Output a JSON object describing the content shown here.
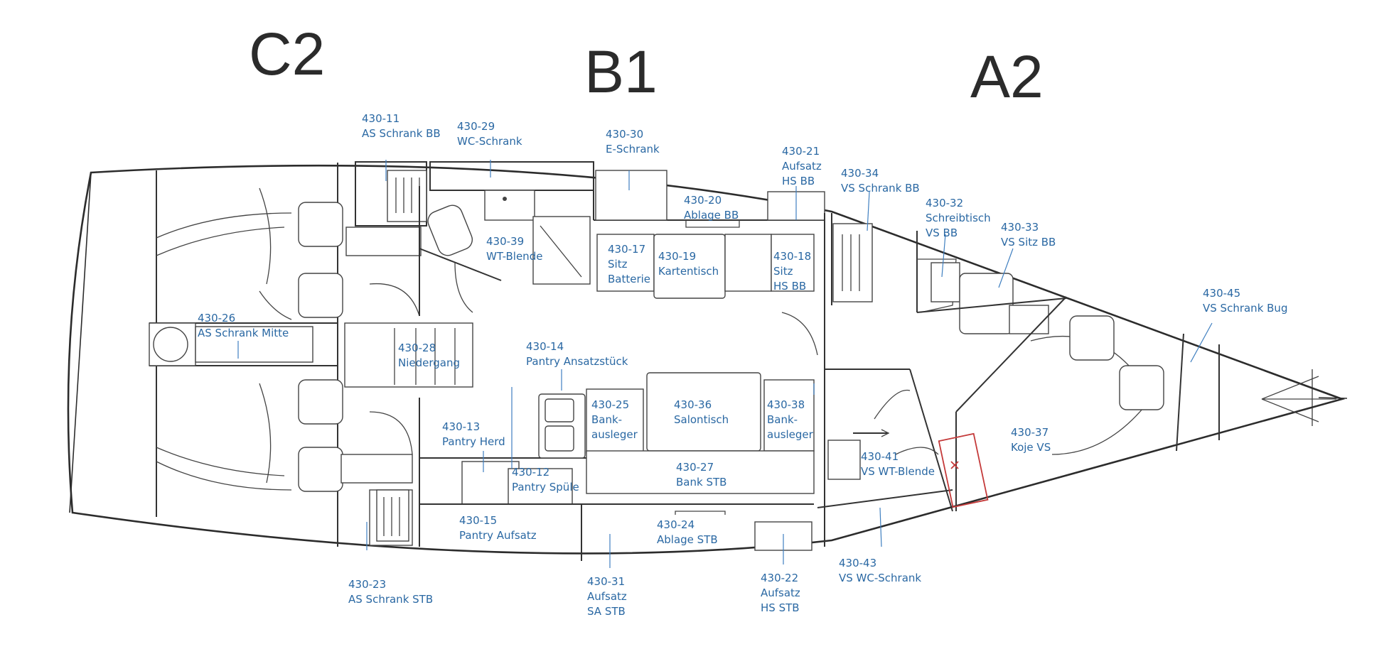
{
  "zones": [
    {
      "name": "C2"
    },
    {
      "name": "B1"
    },
    {
      "name": "A2"
    }
  ],
  "parts": [
    {
      "id": "430-11",
      "lines": [
        "430-11",
        "AS Schrank BB"
      ]
    },
    {
      "id": "430-29",
      "lines": [
        "430-29",
        "WC-Schrank"
      ]
    },
    {
      "id": "430-30",
      "lines": [
        "430-30",
        "E-Schrank"
      ]
    },
    {
      "id": "430-21",
      "lines": [
        "430-21",
        "Aufsatz",
        "HS BB"
      ]
    },
    {
      "id": "430-34",
      "lines": [
        "430-34",
        "VS Schrank BB"
      ]
    },
    {
      "id": "430-32",
      "lines": [
        "430-32",
        "Schreibtisch",
        "VS BB"
      ]
    },
    {
      "id": "430-33",
      "lines": [
        "430-33",
        "VS Sitz BB"
      ]
    },
    {
      "id": "430-20",
      "lines": [
        "430-20",
        "Ablage BB"
      ]
    },
    {
      "id": "430-39",
      "lines": [
        "430-39",
        "WT-Blende"
      ]
    },
    {
      "id": "430-17",
      "lines": [
        "430-17",
        "Sitz",
        "Batterie"
      ]
    },
    {
      "id": "430-19",
      "lines": [
        "430-19",
        "Kartentisch"
      ]
    },
    {
      "id": "430-18",
      "lines": [
        "430-18",
        "Sitz",
        "HS BB"
      ]
    },
    {
      "id": "430-45",
      "lines": [
        "430-45",
        "VS Schrank Bug"
      ]
    },
    {
      "id": "430-26",
      "lines": [
        "430-26",
        "AS Schrank Mitte"
      ]
    },
    {
      "id": "430-28",
      "lines": [
        "430-28",
        "Niedergang"
      ]
    },
    {
      "id": "430-14",
      "lines": [
        "430-14",
        "Pantry Ansatzstück"
      ]
    },
    {
      "id": "430-25",
      "lines": [
        "430-25",
        "Bank-",
        "ausleger"
      ]
    },
    {
      "id": "430-36",
      "lines": [
        "430-36",
        "Salontisch"
      ]
    },
    {
      "id": "430-38",
      "lines": [
        "430-38",
        "Bank-",
        "ausleger"
      ]
    },
    {
      "id": "430-13",
      "lines": [
        "430-13",
        "Pantry Herd"
      ]
    },
    {
      "id": "430-37",
      "lines": [
        "430-37",
        "Koje VS"
      ]
    },
    {
      "id": "430-12",
      "lines": [
        "430-12",
        "Pantry Spüle"
      ]
    },
    {
      "id": "430-27",
      "lines": [
        "430-27",
        "Bank STB"
      ]
    },
    {
      "id": "430-41",
      "lines": [
        "430-41",
        "VS WT-Blende"
      ]
    },
    {
      "id": "430-15",
      "lines": [
        "430-15",
        "Pantry Aufsatz"
      ]
    },
    {
      "id": "430-24",
      "lines": [
        "430-24",
        "Ablage STB"
      ]
    },
    {
      "id": "430-23",
      "lines": [
        "430-23",
        "AS Schrank STB"
      ]
    },
    {
      "id": "430-31",
      "lines": [
        "430-31",
        "Aufsatz",
        "SA STB"
      ]
    },
    {
      "id": "430-22",
      "lines": [
        "430-22",
        "Aufsatz",
        "HS STB"
      ]
    },
    {
      "id": "430-43",
      "lines": [
        "430-43",
        "VS WC-Schrank"
      ]
    }
  ],
  "colors": {
    "label": "#2a68a3",
    "leader": "#3f7fc0",
    "drawing": "#333333",
    "marker": "#c43a3a"
  }
}
